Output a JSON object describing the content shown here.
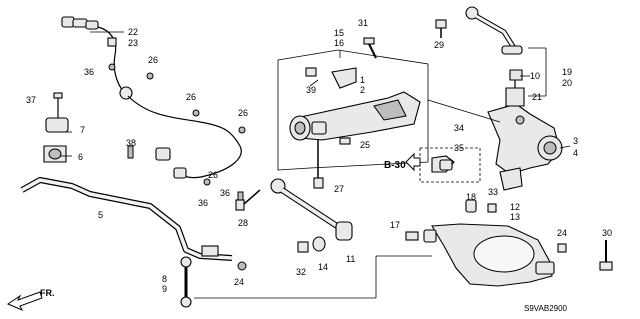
{
  "callouts": {
    "n1": "1",
    "n2": "2",
    "n3": "3",
    "n4": "4",
    "n5": "5",
    "n6": "6",
    "n7": "7",
    "n8": "8",
    "n9": "9",
    "n10": "10",
    "n11": "11",
    "n12": "12",
    "n13": "13",
    "n14": "14",
    "n15": "15",
    "n16": "16",
    "n17": "17",
    "n18": "18",
    "n19": "19",
    "n20": "20",
    "n21": "21",
    "n22": "22",
    "n23": "23",
    "n24": "24",
    "n25": "25",
    "n26": "26",
    "n27": "27",
    "n28": "28",
    "n29": "29",
    "n30": "30",
    "n31": "31",
    "n32": "32",
    "n33": "33",
    "n34": "34",
    "n35": "35",
    "n36": "36",
    "n37": "37",
    "n38": "38",
    "n39": "39"
  },
  "reference_label": "B-30",
  "direction_label": "FR.",
  "diagram_code": "S9VAB2900"
}
